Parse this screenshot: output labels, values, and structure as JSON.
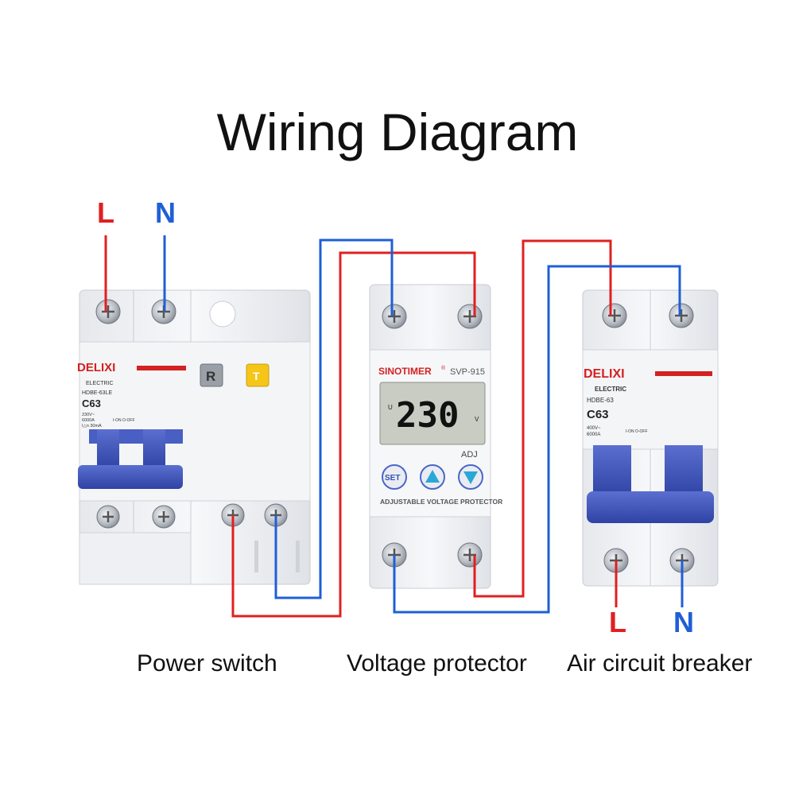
{
  "title": "Wiring Diagram",
  "terminals": {
    "input_left": {
      "l": "L",
      "n": "N"
    },
    "output_right": {
      "l": "L",
      "n": "N"
    }
  },
  "colors": {
    "live": "#e02020",
    "neutral": "#1f5fd6",
    "breaker_handle": "#3a52b8",
    "brand_red": "#d42121"
  },
  "power_switch": {
    "brand": "DELIXI",
    "sub": "ELECTRIC",
    "model": "HDBE-63LE",
    "rating": "C63",
    "spec1": "230V~",
    "spec2": "6000A",
    "spec3": "I△n 30mA",
    "onoff": "I-ON  O-OFF",
    "btn_r": "R",
    "btn_t": "T",
    "caption": "Power switch"
  },
  "voltage_protector": {
    "brand": "SINOTIMER",
    "reg": "®",
    "model": "SVP-915",
    "readout": "230",
    "unit_left": "U",
    "unit_right": "V",
    "adj": "ADJ",
    "btn_set": "SET",
    "footer": "ADJUSTABLE VOLTAGE PROTECTOR",
    "caption": "Voltage protector"
  },
  "air_breaker": {
    "brand": "DELIXI",
    "sub": "ELECTRIC",
    "model": "HDBE-63",
    "rating": "C63",
    "spec1": "400V~",
    "spec2": "6000A",
    "onoff": "I-ON  O-OFF",
    "caption": "Air circuit breaker"
  }
}
